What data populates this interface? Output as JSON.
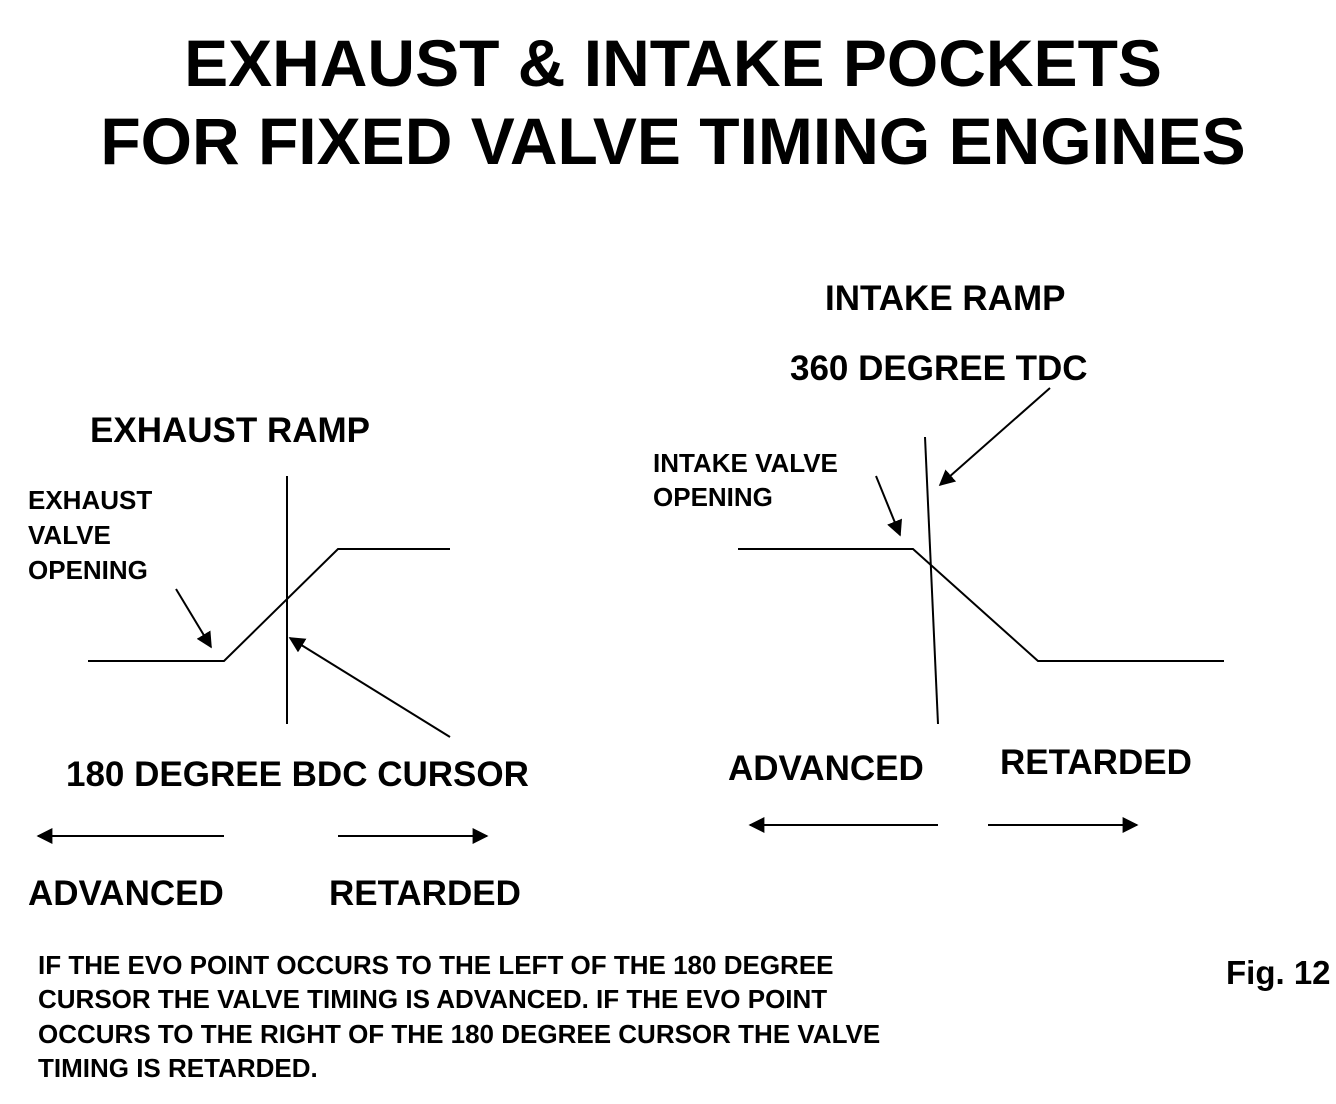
{
  "title": {
    "line1": "EXHAUST & INTAKE POCKETS",
    "line2": "FOR FIXED VALVE TIMING ENGINES"
  },
  "exhaust": {
    "ramp_label": "EXHAUST RAMP",
    "valve_opening_lines": [
      "EXHAUST",
      "VALVE",
      "OPENING"
    ],
    "cursor_label": "180 DEGREE BDC CURSOR",
    "advanced_label": "ADVANCED",
    "retarded_label": "RETARDED"
  },
  "intake": {
    "ramp_label": "INTAKE RAMP",
    "tdc_label": "360 DEGREE TDC",
    "valve_opening_lines": [
      "INTAKE VALVE",
      "OPENING"
    ],
    "advanced_label": "ADVANCED",
    "retarded_label": "RETARDED"
  },
  "note_lines": [
    "IF THE EVO POINT OCCURS TO THE LEFT OF THE 180 DEGREE",
    "CURSOR THE VALVE TIMING IS ADVANCED.  IF THE EVO POINT",
    "OCCURS TO THE RIGHT OF THE 180 DEGREE CURSOR THE VALVE",
    "TIMING IS RETARDED."
  ],
  "figure_label": "Fig. 12",
  "colors": {
    "background": "#ffffff",
    "ink": "#000000"
  }
}
